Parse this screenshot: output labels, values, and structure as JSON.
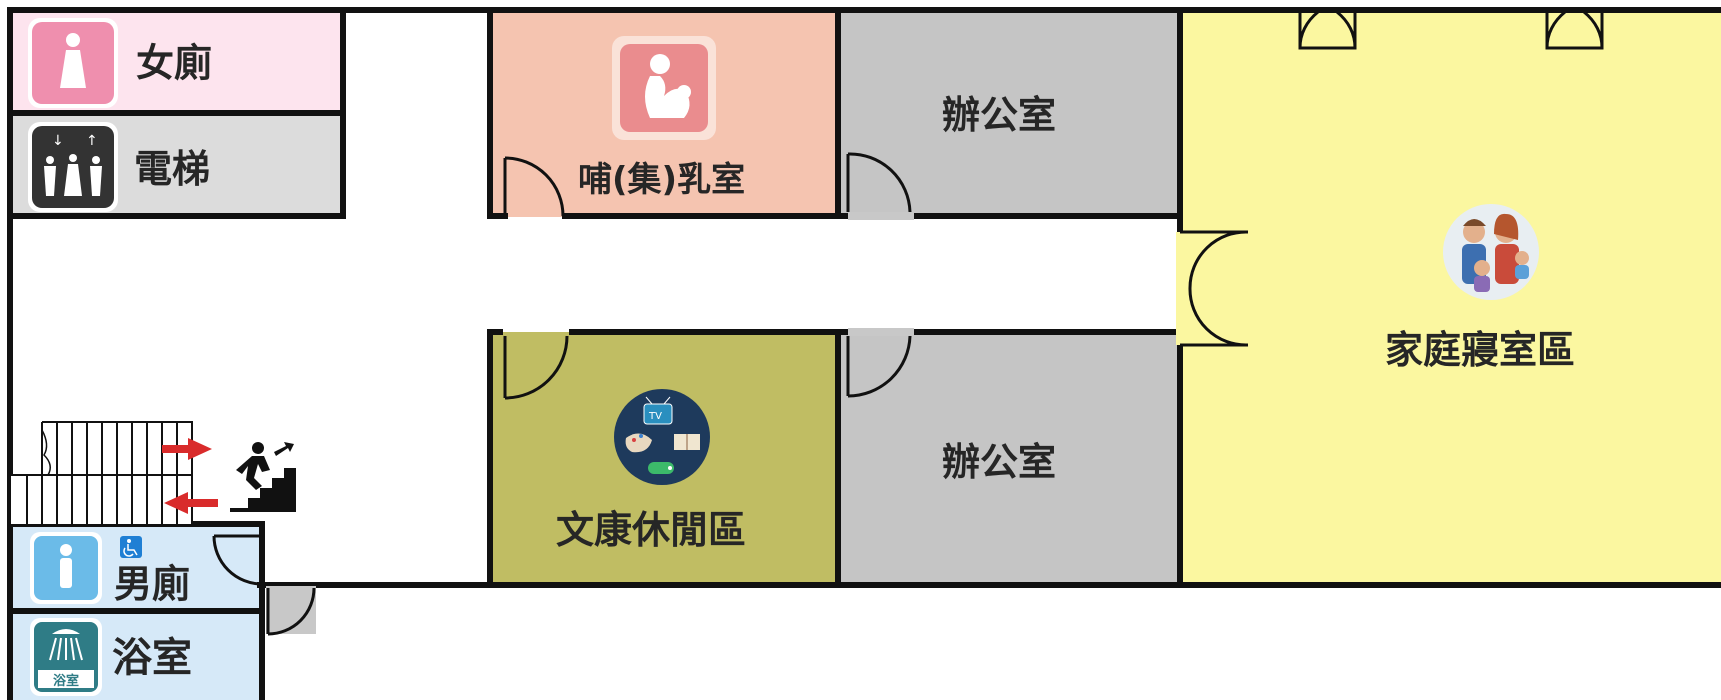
{
  "rooms": {
    "womens_restroom": "女廁",
    "elevator": "電梯",
    "nursing_room": "哺(集)乳室",
    "office_upper": "辦公室",
    "office_lower": "辦公室",
    "family_bedroom_area": "家庭寢室區",
    "recreation_area": "文康休閒區",
    "mens_restroom": "男廁",
    "bathroom": "浴室"
  },
  "icons": {
    "womens_restroom": "woman-icon",
    "elevator": "elevator-icon",
    "nursing_room": "breastfeeding-icon",
    "family_bedroom_area": "family-icon",
    "recreation_area": "tv-art-game-book-icon",
    "mens_restroom": "man-icon",
    "accessible": "wheelchair-icon",
    "bathroom": "shower-icon",
    "stairs": "stairs-climber-icon"
  },
  "icon_text": {
    "tv": "TV",
    "shower_caption": "浴室"
  },
  "colors": {
    "womens_restroom": "#fde4ee",
    "elevator": "#dcdcdc",
    "nursing_room": "#f5c4b0",
    "office": "#c5c5c5",
    "family_bedroom_area": "#fbf7a0",
    "recreation_area": "#c0bd63",
    "mens_restroom": "#d6e9f8",
    "bathroom": "#d6e9f8",
    "walls": "#111111",
    "stair_arrows": "#d92b2b"
  }
}
